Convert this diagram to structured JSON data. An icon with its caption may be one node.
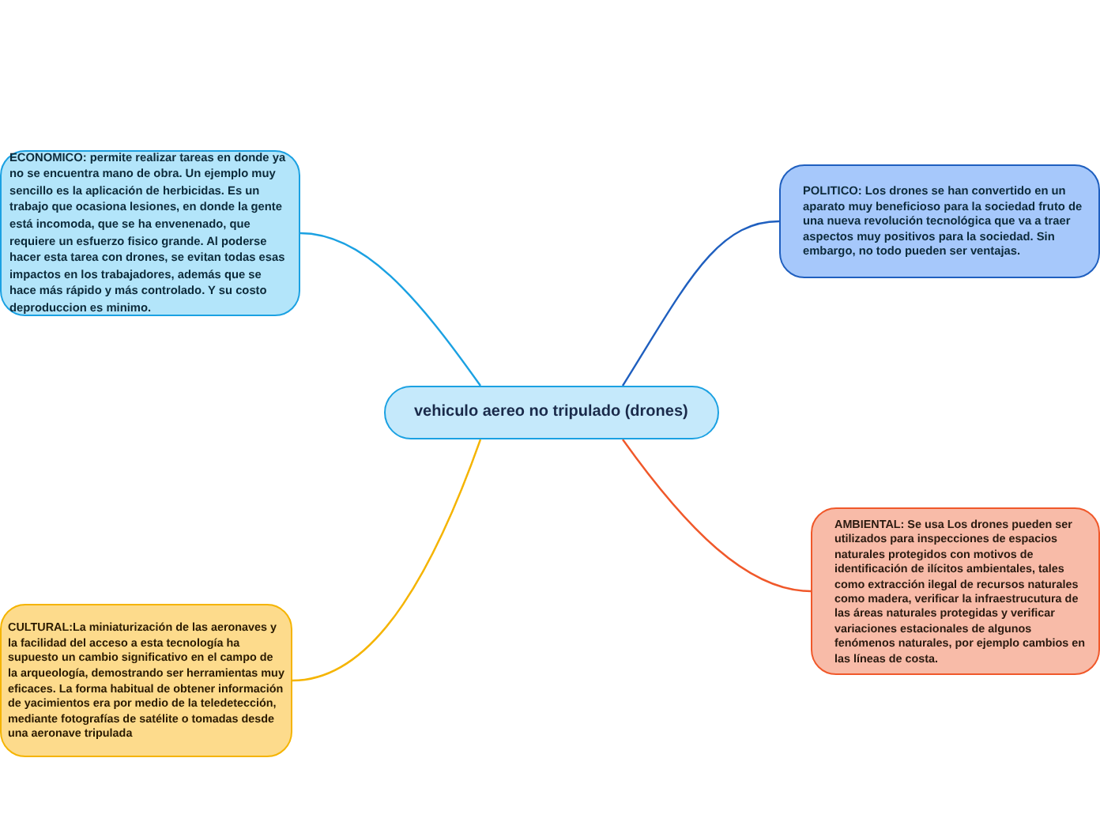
{
  "diagram": {
    "nodes": [
      {
        "text": [
          "vehiculo aereo no tripulado (drones)"
        ]
      },
      {
        "text": [
          "ECONOMICO: permite realizar tareas en donde ya no se encuentra mano de obra. Un ejemplo muy sencillo es la aplicación de herbicidas. Es un trabajo que ocasiona lesiones, en donde la gente está incomoda, que se ha envenenado, que requiere un esfuerzo fisico grande. Al poderse hacer esta tarea con drones, se evitan todas esas impactos en los trabajadores, además que se hace más rápido y más controlado. Y su costo deproduccion es minimo."
        ]
      },
      {
        "text": [
          "POLITICO: Los drones se han convertido en un aparato muy beneficioso para la sociedad fruto de una nueva revolución tecnológica que va a traer aspectos muy positivos para la sociedad. Sin embargo, no todo pueden ser ventajas."
        ]
      },
      {
        "text": [
          "AMBIENTAL: Se usa Los drones pueden ser utilizados para inspecciones de espacios naturales protegidos con motivos de identificación de ilícitos ambientales, tales como extracción ilegal de recursos naturales como madera, verificar la infraestrucutura de las áreas naturales protegidas y verificar variaciones estacionales de algunos fenómenos naturales, por ejemplo cambios en las líneas de costa."
        ]
      },
      {
        "text": [
          "CULTURAL:La miniaturización de las aeronaves y la facilidad del acceso a esta tecnología ha supuesto un cambio significativo en el campo de la arqueología, demostrando ser herramientas muy eficaces. La forma habitual de obtener información de yacimientos era por medio de la teledetección, mediante fotografías de satélite o tomadas desde una aeronave tripulada"
        ]
      }
    ],
    "edges": [
      {
        "from": 0,
        "to": 1,
        "arrow": "none",
        "color": "#1ba1e2"
      },
      {
        "from": 0,
        "to": 2,
        "arrow": "none",
        "color": "#1f5fbf"
      },
      {
        "from": 0,
        "to": 3,
        "arrow": "none",
        "color": "#f0582a"
      },
      {
        "from": 0,
        "to": 4,
        "arrow": "none",
        "color": "#f5b400"
      }
    ]
  }
}
